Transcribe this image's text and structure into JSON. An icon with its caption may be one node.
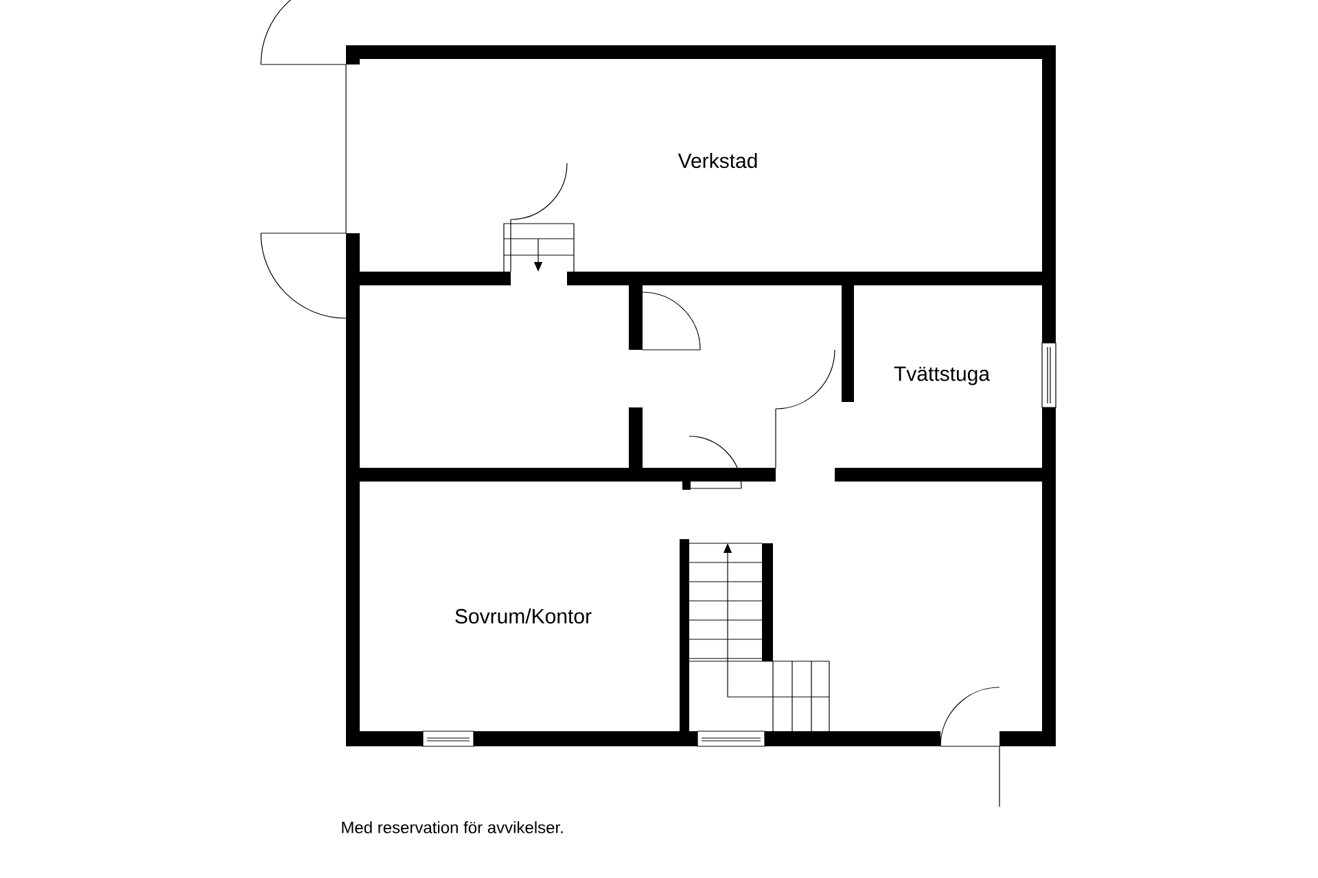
{
  "diagram": {
    "caption": "Med reservation för avvikelser.",
    "labels": [
      "Verkstad",
      "Tvättstuga",
      "Sovrum/Kontor"
    ]
  }
}
